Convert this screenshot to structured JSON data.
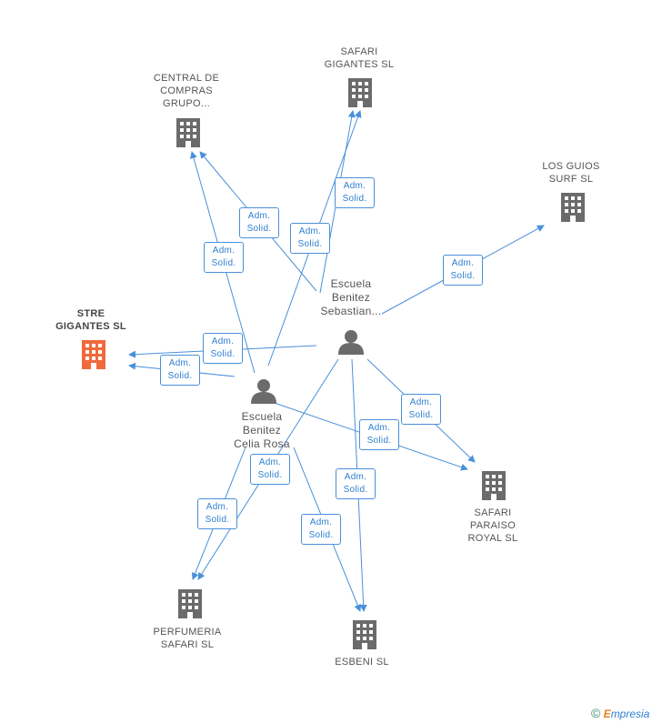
{
  "companies": {
    "safari_gigantes": [
      "SAFARI",
      "GIGANTES SL"
    ],
    "central_compras": [
      "CENTRAL DE",
      "COMPRAS",
      "GRUPO..."
    ],
    "los_guios": [
      "LOS GUIOS",
      "SURF SL"
    ],
    "stre_gigantes": [
      "STRE",
      "GIGANTES SL"
    ],
    "safari_paraiso": [
      "SAFARI",
      "PARAISO",
      "ROYAL SL"
    ],
    "perfumeria": [
      "PERFUMERIA",
      "SAFARI SL"
    ],
    "esbeni": [
      "ESBENI SL"
    ]
  },
  "persons": {
    "sebastian": [
      "Escuela",
      "Benitez",
      "Sebastian..."
    ],
    "celia": [
      "Escuela",
      "Benitez",
      "Celia Rosa"
    ]
  },
  "relation": {
    "line1": "Adm.",
    "line2": "Solid."
  },
  "footer": {
    "copyright": "©",
    "brand_e": "E",
    "brand_rest": "mpresia"
  },
  "colors": {
    "edge": "#4a90d9",
    "icon": "#6b6b6b",
    "highlight": "#f06a3c"
  }
}
